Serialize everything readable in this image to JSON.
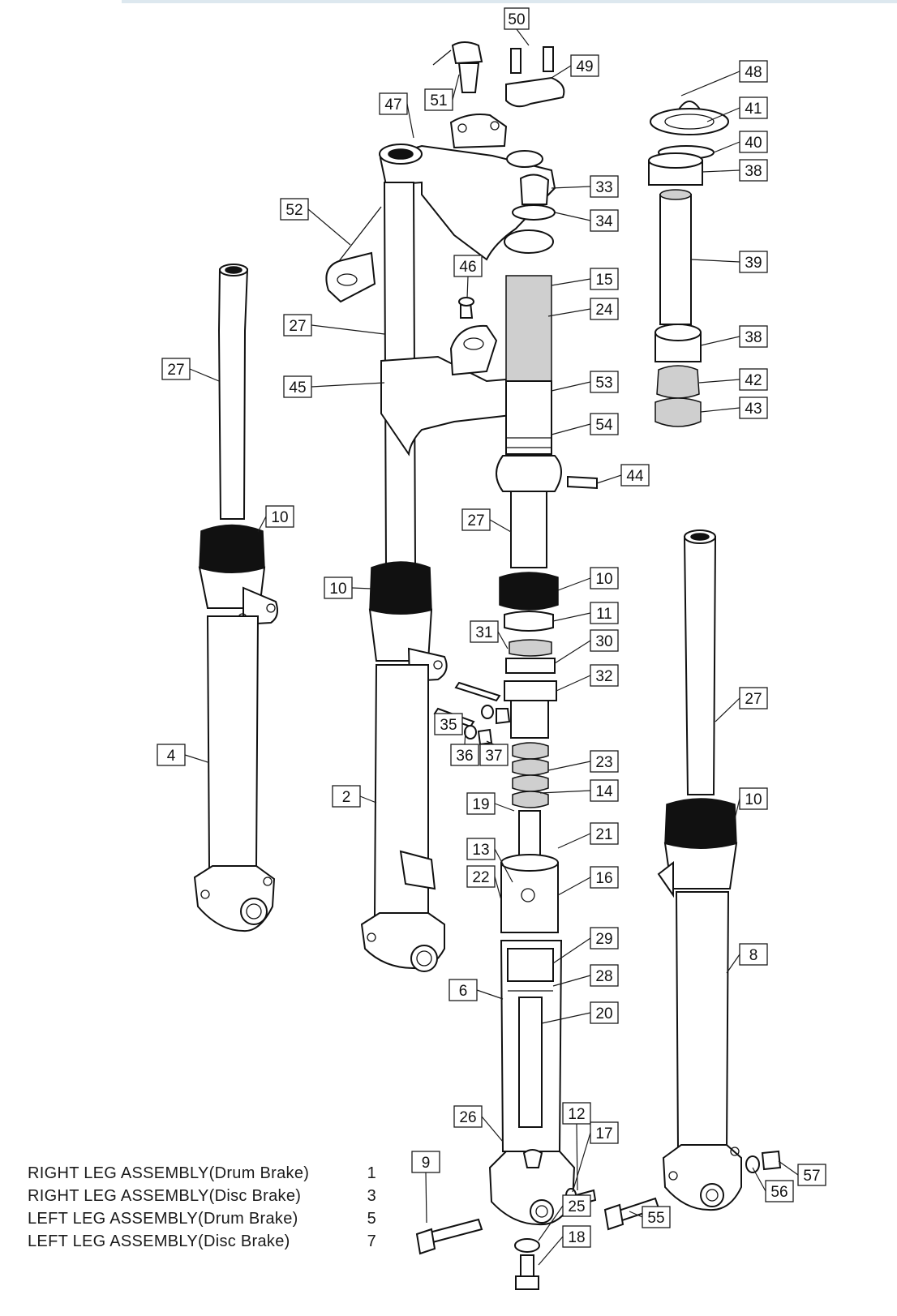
{
  "legend": [
    {
      "label": "RIGHT  LEG  ASSEMBLY(Drum Brake)",
      "number": "1"
    },
    {
      "label": "RIGHT  LEG  ASSEMBLY(Disc  Brake)",
      "number": "3"
    },
    {
      "label": "LEFT  LEG  ASSEMBLY(Drum Brake)",
      "number": "5"
    },
    {
      "label": "LEFT  LEG  ASSEMBLY(Disc  Brake)",
      "number": "7"
    }
  ],
  "callouts": [
    "50",
    "49",
    "51",
    "47",
    "48",
    "41",
    "40",
    "38",
    "33",
    "34",
    "52",
    "39",
    "46",
    "15",
    "24",
    "27",
    "38",
    "27",
    "45",
    "53",
    "42",
    "43",
    "54",
    "44",
    "27",
    "10",
    "10",
    "10",
    "11",
    "31",
    "30",
    "32",
    "27",
    "35",
    "36",
    "37",
    "23",
    "4",
    "2",
    "14",
    "10",
    "19",
    "21",
    "13",
    "22",
    "16",
    "29",
    "8",
    "28",
    "6",
    "20",
    "12",
    "26",
    "17",
    "9",
    "25",
    "55",
    "56",
    "57",
    "18"
  ]
}
